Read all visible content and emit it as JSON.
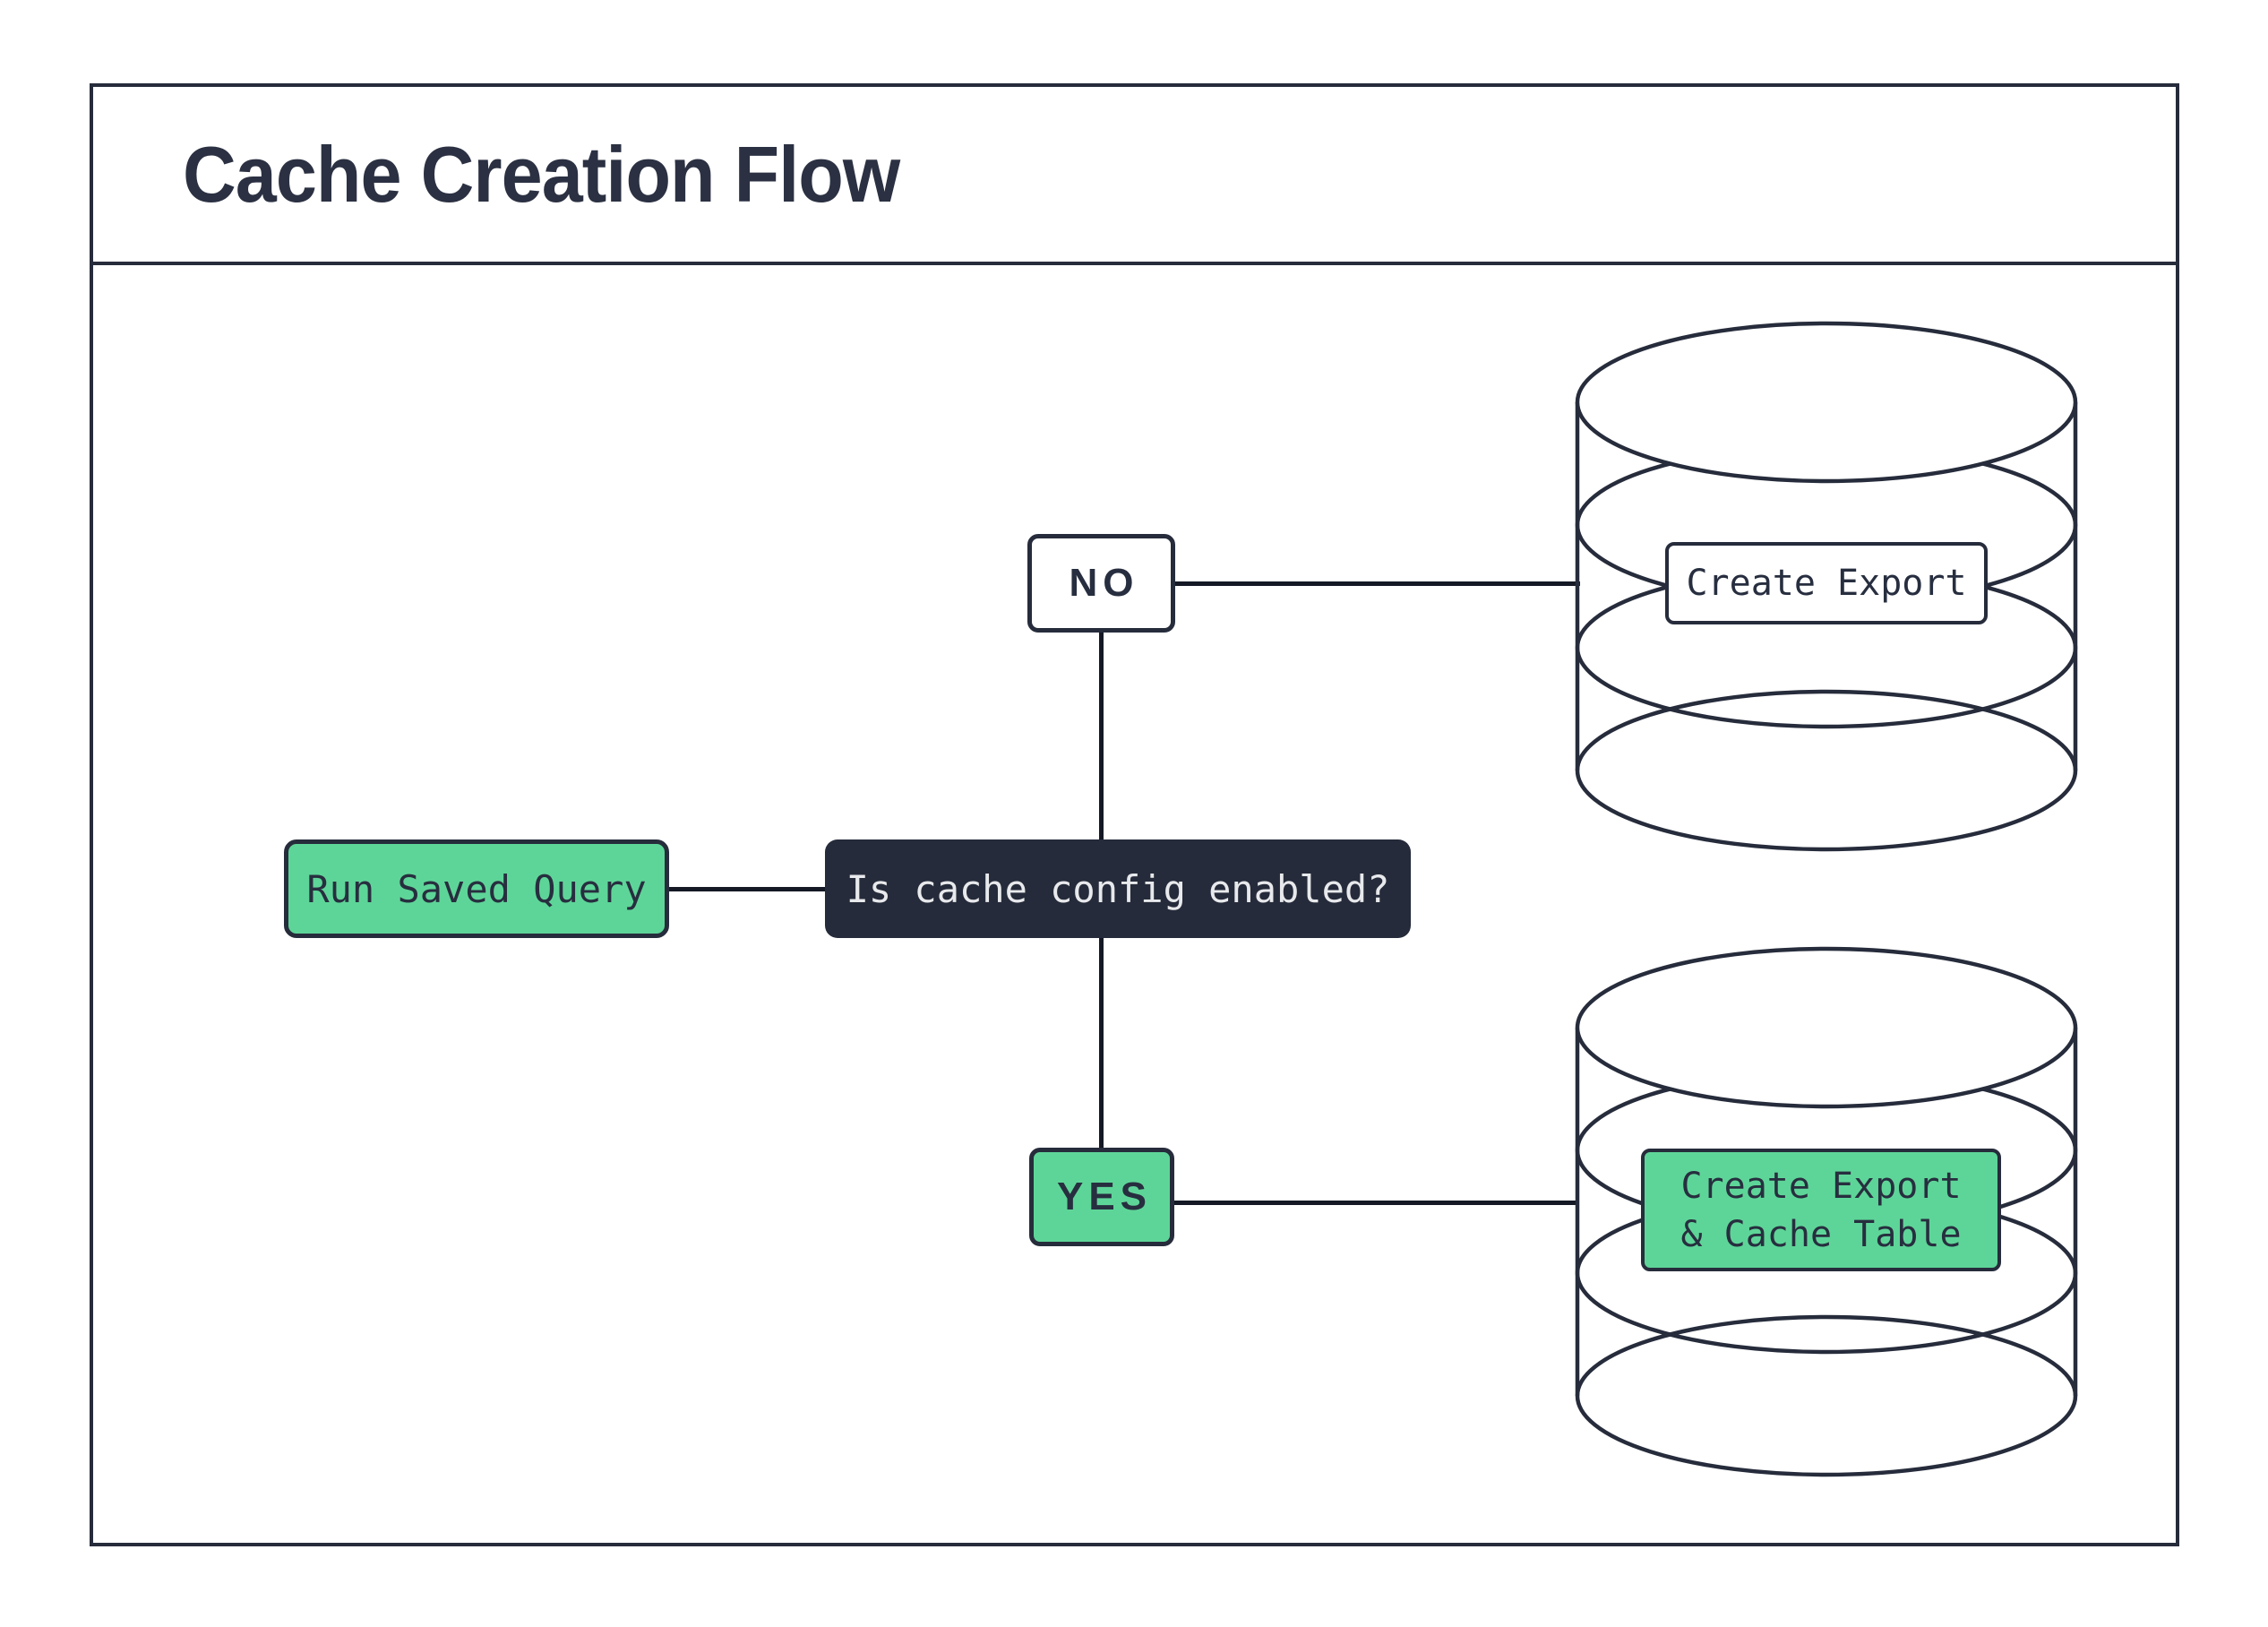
{
  "title": "Cache Creation Flow",
  "colors": {
    "ink": "#262c3b",
    "accent_green": "#5ed598",
    "decision_fill": "#252b3a",
    "decision_text": "#e8e9ec",
    "background": "#ffffff",
    "connector": "#141925"
  },
  "nodes": {
    "start": {
      "label": "Run Saved Query"
    },
    "decision": {
      "label": "Is cache config enabled?"
    },
    "branch_no": {
      "label": "NO"
    },
    "branch_yes": {
      "label": "YES"
    }
  },
  "databases": {
    "export_db": {
      "icon": "database-cylinder-icon",
      "label": {
        "lines": [
          "Create Export"
        ]
      }
    },
    "export_cache_db": {
      "icon": "database-cylinder-icon",
      "label": {
        "lines": [
          "Create Export",
          "& Cache Table"
        ]
      }
    }
  }
}
